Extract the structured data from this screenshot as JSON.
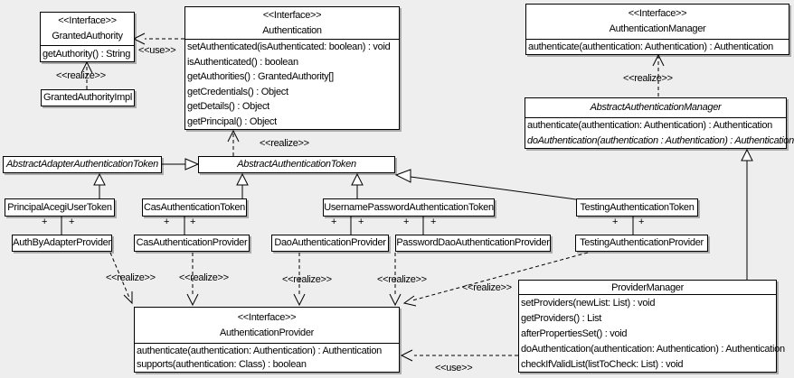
{
  "diagram": {
    "background_color": "#eeeeee",
    "edge_labels": {
      "use": "<<use>>",
      "realize": "<<realize>>",
      "plus": "+"
    },
    "classes": {
      "granted_authority": {
        "stereotype": "<<Interface>>",
        "name": "GrantedAuthority",
        "methods": [
          "getAuthority() : String"
        ]
      },
      "granted_authority_impl": {
        "name": "GrantedAuthorityImpl"
      },
      "authentication": {
        "stereotype": "<<Interface>>",
        "name": "Authentication",
        "methods": [
          "setAuthenticated(isAuthenticated: boolean) : void",
          "isAuthenticated() : boolean",
          "getAuthorities() : GrantedAuthority[]",
          "getCredentials() : Object",
          "getDetails() : Object",
          "getPrincipal() : Object"
        ]
      },
      "authentication_manager": {
        "stereotype": "<<Interface>>",
        "name": "AuthenticationManager",
        "methods": [
          "authenticate(authentication: Authentication) : Authentication"
        ]
      },
      "abstract_authentication_manager": {
        "name": "AbstractAuthenticationManager",
        "methods": [
          "authenticate(authentication: Authentication) : Authentication",
          "doAuthentication(authentication : Authentication) : Authentication"
        ]
      },
      "abstract_adapter_authentication_token": {
        "name": "AbstractAdapterAuthenticationToken"
      },
      "abstract_authentication_token": {
        "name": "AbstractAuthenticationToken"
      },
      "principal_acegi_user_token": {
        "name": "PrincipalAcegiUserToken"
      },
      "cas_authentication_token": {
        "name": "CasAuthenticationToken"
      },
      "username_password_authentication_token": {
        "name": "UsernamePasswordAuthenticationToken"
      },
      "testing_authentication_token": {
        "name": "TestingAuthenticationToken"
      },
      "auth_by_adapter_provider": {
        "name": "AuthByAdapterProvider"
      },
      "cas_authentication_provider": {
        "name": "CasAuthenticationProvider"
      },
      "dao_authentication_provider": {
        "name": "DaoAuthenticationProvider"
      },
      "password_dao_authentication_provider": {
        "name": "PasswordDaoAuthenticationProvider"
      },
      "testing_authentication_provider": {
        "name": "TestingAuthenticationProvider"
      },
      "authentication_provider": {
        "stereotype": "<<Interface>>",
        "name": "AuthenticationProvider",
        "methods": [
          "authenticate(authentication: Authentication) : Authentication",
          "supports(authentication: Class) : boolean"
        ]
      },
      "provider_manager": {
        "name": "ProviderManager",
        "methods": [
          "setProviders(newList: List) : void",
          "getProviders() : List",
          "afterPropertiesSet() : void",
          "doAuthentication(authentication: Authentication) : Authentication",
          "checkIfValidList(listToCheck: List) : void"
        ]
      }
    }
  }
}
